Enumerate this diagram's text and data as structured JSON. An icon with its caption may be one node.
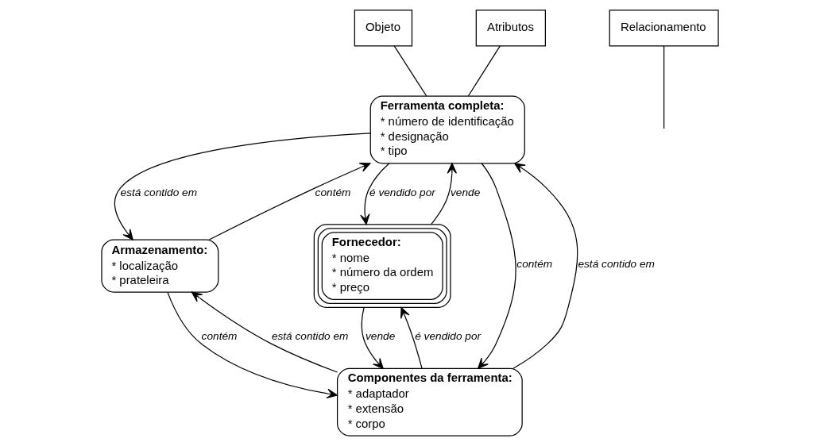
{
  "diagram": {
    "nodes": [
      {
        "text": [
          "Objeto"
        ]
      },
      {
        "text": [
          "Atributos"
        ]
      },
      {
        "text": [
          "Relacionamento"
        ]
      },
      {
        "text": [
          "Ferramenta completa:",
          "* número de identificação",
          "* designação",
          "* tipo"
        ]
      },
      {
        "text": [
          "Armazenamento:",
          "* localização",
          "* prateleira"
        ]
      },
      {
        "text": [
          "Fornecedor:",
          "* nome",
          "* número da ordem",
          "* preço"
        ]
      },
      {
        "text": [
          "Componentes da ferramenta:",
          "* adaptador",
          "* extensão",
          "* corpo"
        ]
      }
    ],
    "edges": [
      {
        "from": 0,
        "to": 3,
        "arrow": "none"
      },
      {
        "from": 1,
        "to": 3,
        "arrow": "none"
      },
      {
        "from": 2,
        "to": null,
        "arrow": "none"
      },
      {
        "from": 3,
        "to": 4,
        "arrow": "to",
        "label": "está contido em"
      },
      {
        "from": 4,
        "to": 3,
        "arrow": "to",
        "label": "contém"
      },
      {
        "from": 3,
        "to": 6,
        "arrow": "to",
        "label": "contém"
      },
      {
        "from": 6,
        "to": 3,
        "arrow": "to",
        "label": "está contido em"
      },
      {
        "from": 3,
        "to": 5,
        "arrow": "to",
        "label": "é vendido por"
      },
      {
        "from": 5,
        "to": 3,
        "arrow": "to",
        "label": "vende"
      },
      {
        "from": 6,
        "to": 4,
        "arrow": "to",
        "label": "está contido em"
      },
      {
        "from": 4,
        "to": 6,
        "arrow": "to",
        "label": "contém"
      },
      {
        "from": 6,
        "to": 5,
        "arrow": "to",
        "label": "é vendido por"
      },
      {
        "from": 5,
        "to": 6,
        "arrow": "to",
        "label": "vende"
      }
    ]
  }
}
